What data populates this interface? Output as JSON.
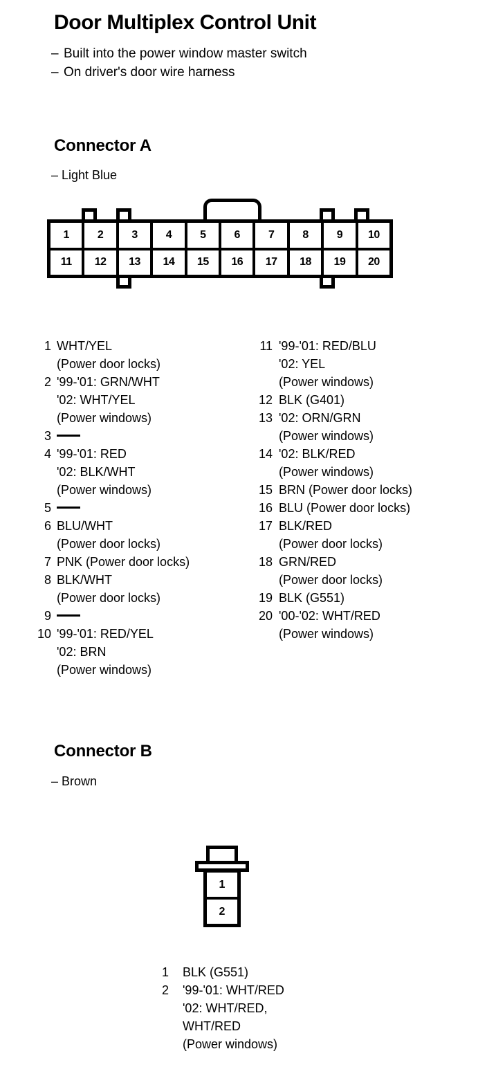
{
  "document": {
    "title": "Door Multiplex Control Unit",
    "notes": [
      "Built into the power window master switch",
      "On driver's door wire harness"
    ],
    "dash_lead": "–"
  },
  "connector_a": {
    "heading": "Connector A",
    "color_note": "– Light Blue",
    "diagram": {
      "name": "connector-a-20-pin",
      "rows": [
        [
          "1",
          "2",
          "3",
          "4",
          "5",
          "6",
          "7",
          "8",
          "9",
          "10"
        ],
        [
          "11",
          "12",
          "13",
          "14",
          "15",
          "16",
          "17",
          "18",
          "19",
          "20"
        ]
      ]
    },
    "pins_left": [
      {
        "num": "1",
        "lines": [
          "WHT/YEL",
          "(Power door locks)"
        ]
      },
      {
        "num": "2",
        "lines": [
          "'99-'01: GRN/WHT",
          "'02: WHT/YEL",
          "(Power windows)"
        ]
      },
      {
        "num": "3",
        "lines": [],
        "empty": true
      },
      {
        "num": "4",
        "lines": [
          "'99-'01: RED",
          "'02: BLK/WHT",
          "(Power windows)"
        ]
      },
      {
        "num": "5",
        "lines": [],
        "empty": true
      },
      {
        "num": "6",
        "lines": [
          "BLU/WHT",
          "(Power door locks)"
        ]
      },
      {
        "num": "7",
        "lines": [
          "PNK (Power door locks)"
        ]
      },
      {
        "num": "8",
        "lines": [
          "BLK/WHT",
          "(Power door locks)"
        ]
      },
      {
        "num": "9",
        "lines": [],
        "empty": true
      },
      {
        "num": "10",
        "lines": [
          "'99-'01: RED/YEL",
          "'02: BRN",
          "(Power windows)"
        ]
      }
    ],
    "pins_right": [
      {
        "num": "11",
        "lines": [
          "'99-'01: RED/BLU",
          "'02: YEL",
          "(Power windows)"
        ]
      },
      {
        "num": "12",
        "lines": [
          "BLK (G401)"
        ]
      },
      {
        "num": "13",
        "lines": [
          "'02: ORN/GRN",
          "(Power windows)"
        ]
      },
      {
        "num": "14",
        "lines": [
          "'02: BLK/RED",
          "(Power windows)"
        ]
      },
      {
        "num": "15",
        "lines": [
          "BRN (Power door locks)"
        ]
      },
      {
        "num": "16",
        "lines": [
          "BLU (Power door locks)"
        ]
      },
      {
        "num": "17",
        "lines": [
          "BLK/RED",
          "(Power door locks)"
        ]
      },
      {
        "num": "18",
        "lines": [
          "GRN/RED",
          "(Power door locks)"
        ]
      },
      {
        "num": "19",
        "lines": [
          "BLK (G551)"
        ]
      },
      {
        "num": "20",
        "lines": [
          "'00-'02: WHT/RED",
          "(Power windows)"
        ]
      }
    ]
  },
  "connector_b": {
    "heading": "Connector B",
    "color_note": "– Brown",
    "diagram": {
      "name": "connector-b-2-pin",
      "cells": [
        "1",
        "2"
      ]
    },
    "pins": [
      {
        "num": "1",
        "lines": [
          "BLK (G551)"
        ]
      },
      {
        "num": "2",
        "lines": [
          "'99-'01: WHT/RED",
          "'02: WHT/RED,",
          "WHT/RED",
          "(Power windows)"
        ]
      }
    ]
  },
  "colors": {
    "ink": "#000000",
    "paper": "#ffffff"
  }
}
